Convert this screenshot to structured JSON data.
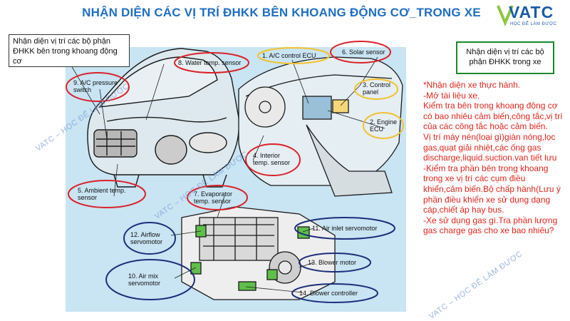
{
  "title": "NHẬN DIỆN CÁC VỊ TRÍ ĐHKK BÊN KHOANG ĐỘNG CƠ_TRONG XE",
  "logo": {
    "name": "VATC",
    "tagline": "HỌC ĐỂ LÀM ĐƯỢC"
  },
  "notes": {
    "engine_bay": "Nhận diện vị trí các bộ phận ĐHKK bên trong khoang động cơ",
    "in_car": "Nhận diện vị trí các bộ phận ĐHKK trong xe"
  },
  "instructions": "*Nhận diện xe thực hành.\n-Mở tài liệu xe.\nKiểm tra bên trong khoang động cơ có bao nhiêu cảm biến,công tắc,vị trí của các công tắc hoặc cảm biến.\nVị trí máy nén(loại gì)giàn nóng,lọc gas,quạt giải nhiệt,các ống gas discharge,liquid.suction.van tiết lưu\n-Kiểm tra phần bên trong khoang trong xe vị trí các cụm điều khiển,cảm biến.Bộ chấp hành(Lưu ý phần điều khiển xe sử dụng dạng cáp,chiết áp hay bus.\n-Xe sử dụng gas gì.Tra phần lượng gas charge gas cho xe bao nhiêu?",
  "watermark": "VATC – HỌC ĐỂ LÀM ĐƯỢC",
  "components": {
    "c1": "1. A/C control ECU",
    "c2": "2. Engine ECU",
    "c3": "3. Control panel",
    "c4": "4. Interior temp. sensor",
    "c5": "5. Ambient temp. sensor",
    "c6": "6. Solar sensor",
    "c7": "7. Evaporator temp. sensor",
    "c8": "8. Water temp. sensor",
    "c9": "9. A/C pressure switch",
    "c10": "10. Air mix servomotor",
    "c11": "11. Air inlet servomotor",
    "c12": "12. Airflow servomotor",
    "c13": "13. Blower motor",
    "c14": "14. Blower controller"
  },
  "colors": {
    "title": "#1e6fc4",
    "red_ring": "#d9232a",
    "yellow_ring": "#f2c12e",
    "navy_ring": "#1b2f7a",
    "panel": "#c9e4f3",
    "instructions": "#e2261c",
    "green_border": "#1a8a2a"
  }
}
